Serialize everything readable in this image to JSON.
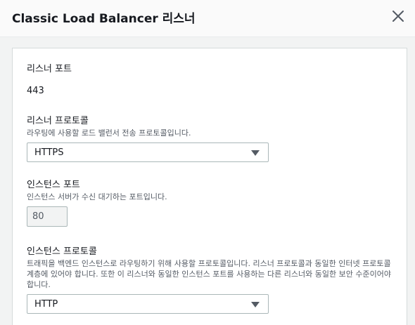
{
  "modal": {
    "title": "Classic Load Balancer 리스너"
  },
  "listener_port": {
    "label": "리스너 포트",
    "value": "443"
  },
  "listener_protocol": {
    "label": "리스너 프로토콜",
    "description": "라우팅에 사용할 로드 밸런서 전송 프로토콜입니다.",
    "selected": "HTTPS"
  },
  "instance_port": {
    "label": "인스턴스 포트",
    "description": "인스턴스 서버가 수신 대기하는 포트입니다.",
    "value": "80"
  },
  "instance_protocol": {
    "label": "인스턴스 프로토콜",
    "description": "트래픽을 백엔드 인스턴스로 라우팅하기 위해 사용할 프로토콜입니다. 리스너 프로토콜과 동일한 인터넷 프로토콜 계층에 있어야 합니다. 또한 이 리스너와 동일한 인스턴스 포트를 사용하는 다른 리스너와 동일한 보안 수준이어야 합니다.",
    "selected": "HTTP"
  },
  "icons": {
    "close": "close-icon",
    "caret": "caret-down-icon"
  }
}
